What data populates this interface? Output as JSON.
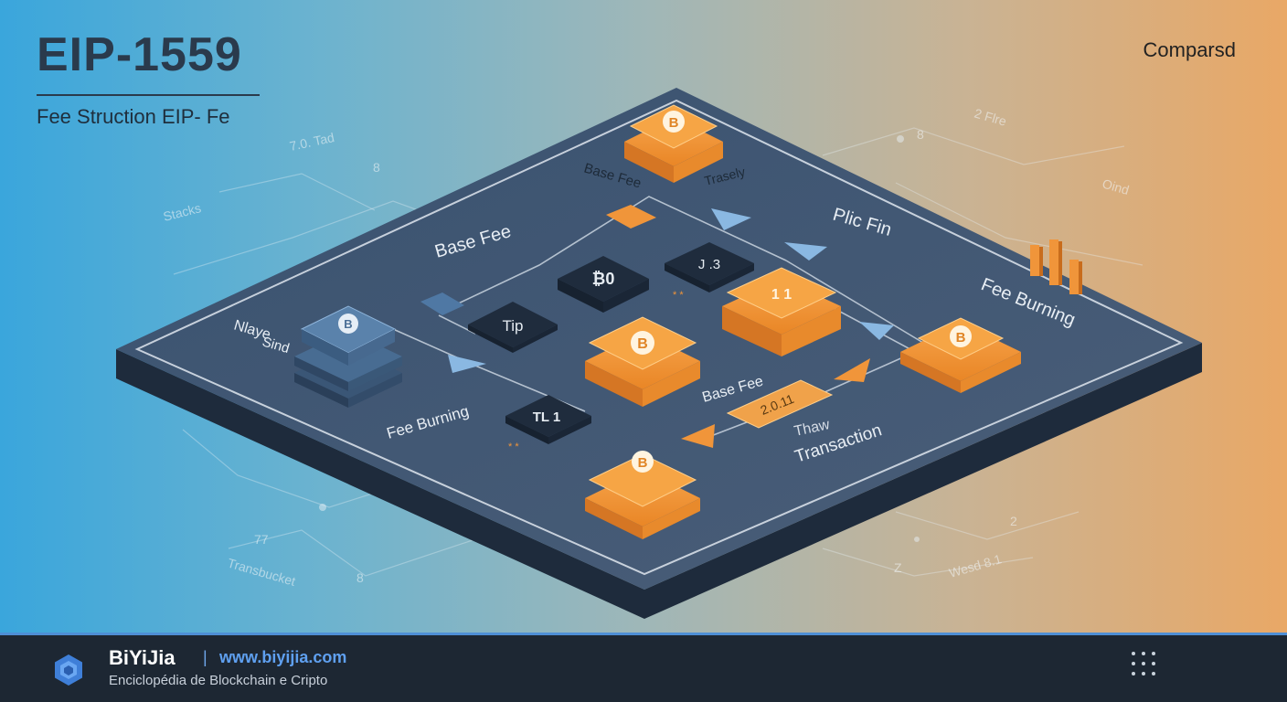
{
  "header": {
    "title": "EIP-1559",
    "subtitle": "Fee Struction EIP-  Fe",
    "top_right": "Comparsd"
  },
  "scene_labels": {
    "base_fee_top": "Base Fee",
    "treasury": "Trasely",
    "base_fee_main": "Base Fee",
    "plic_fin": "Plic Fin",
    "fee_burning_right": "Fee Burning",
    "name_side": "Nlaye",
    "sind_side": "Sind",
    "tip": "Tip",
    "fee_burning_left": "Fee Burning",
    "tl_block": "TL 1",
    "base_fee_bottom": "Base Fee",
    "value_tag": "2.0.11",
    "thaw": "Thaw",
    "transaction": "Transaction",
    "coin_symbol": "B",
    "block_glyph_1": "₿0",
    "block_glyph_2": "J .3",
    "block_glyph_3": "1 1"
  },
  "background_labels": {
    "bg_top_left_1": "7.0. Tad",
    "bg_top_left_2": "8",
    "bg_left": "Stacks",
    "bg_top_right_1": "2 Flre",
    "bg_top_right_2": "8",
    "bg_right": "Oind",
    "bg_bottom_left_1": "77",
    "bg_bottom_left_2": "Transbucket",
    "bg_bottom_left_3": "8",
    "bg_bottom_right_1": "2",
    "bg_bottom_right_2": "Wesd 8.1",
    "bg_bottom_right_3": "Z"
  },
  "footer": {
    "brand": "BiYiJia",
    "separator": "|",
    "url": "www.biyijia.com",
    "tagline": "Enciclopédia de Blockchain e Cripto"
  },
  "colors": {
    "platform_top": "#3f5573",
    "platform_side": "#25344a",
    "orange": "#f0953a",
    "orange_dark": "#d27220",
    "blue_block": "#4d739c",
    "dark_block": "#263447",
    "accent_blue": "#5fa0f0"
  }
}
